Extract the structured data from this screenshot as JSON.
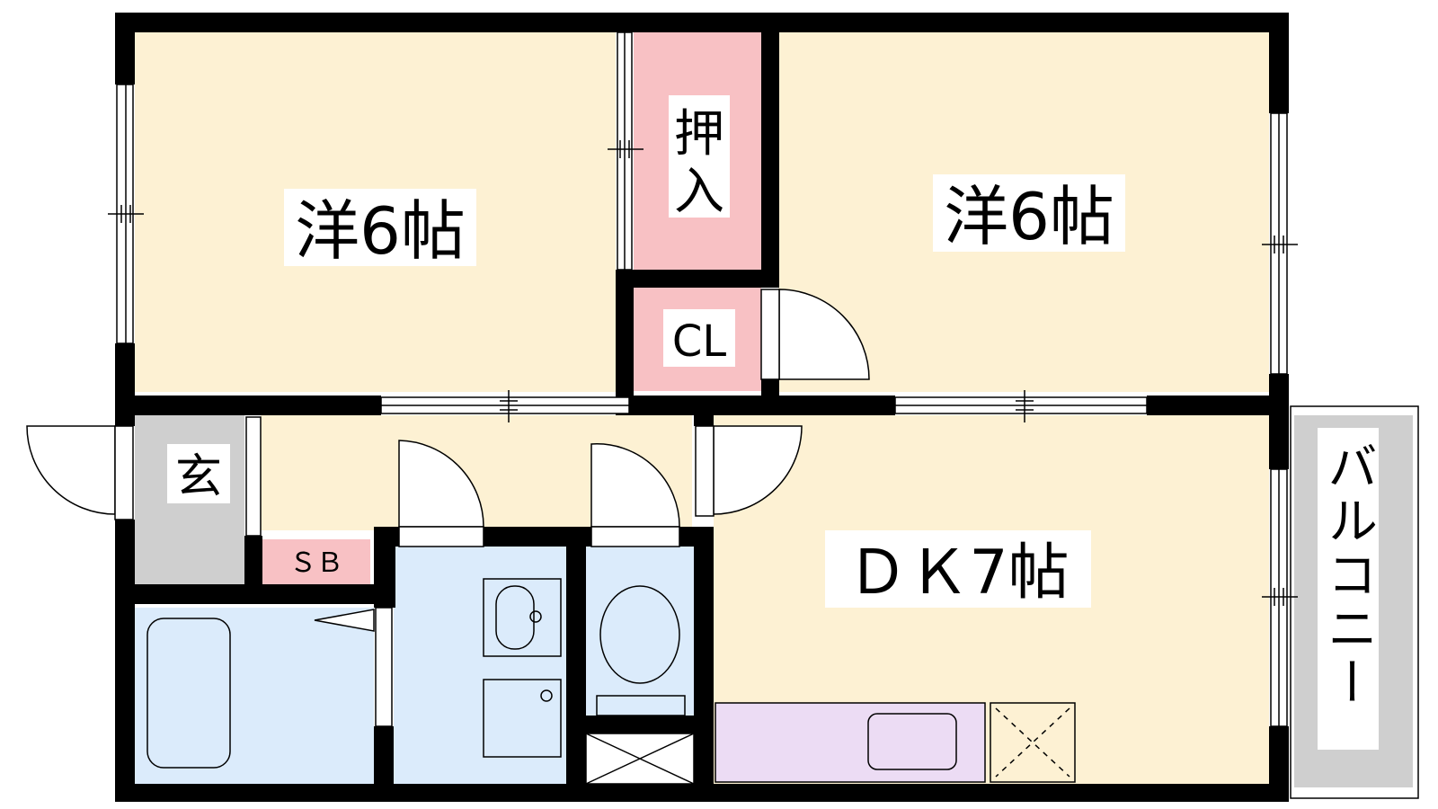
{
  "colors": {
    "wall": "#000000",
    "room_western": "#fdf1d3",
    "room_closet": "#f8c1c4",
    "room_entrance": "#cfcfcf",
    "room_wet": "#dbebfb",
    "room_kitchen_counter": "#ecdcf4",
    "window_frame": "#ffffff",
    "balcony": "#cfcfcf"
  },
  "rooms": {
    "western_left": "洋6帖",
    "western_right": "洋6帖",
    "oshiire_top": "押",
    "oshiire_bottom": "入",
    "closet": "CL",
    "entrance": "玄",
    "shoe_box": "ＳＢ",
    "dining_kitchen": "ＤＫ7帖",
    "balcony": "バルコニー"
  }
}
